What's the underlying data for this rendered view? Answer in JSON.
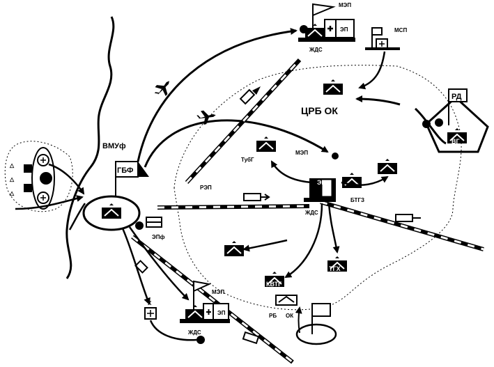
{
  "labels": {
    "vmuf": "ВМУф",
    "gbf": "ГБФ",
    "mep_top": "МЭП",
    "ep_top": "ЭП",
    "zhds_top": "ЖДС",
    "msp": "МСП",
    "crb_ok": "ЦРБ ОК",
    "rd": "РД",
    "vg": "ВГ",
    "tubg": "ТубГ",
    "mep_mid": "МЭП",
    "rep": "РЭП",
    "ep_mid": "ЭП",
    "btgz": "БТГЗ",
    "zhds_mid": "ЖДС",
    "epf": "ЭПф",
    "kvtg": "КВТГ",
    "tgkh": "ТГХ",
    "rb": "РБ",
    "ok": "ОК",
    "x": "Х",
    "mep_bottom": "МЭП",
    "ep_bottom": "ЭП",
    "zhds_bottom": "ЖДС"
  },
  "colors": {
    "ink": "#000000",
    "paper": "#ffffff"
  },
  "icons": {
    "aircraft": "airplane-icon",
    "camp": "tent-icon",
    "flag": "flag-icon",
    "cross": "red-cross-icon",
    "rail": "railway-line"
  }
}
